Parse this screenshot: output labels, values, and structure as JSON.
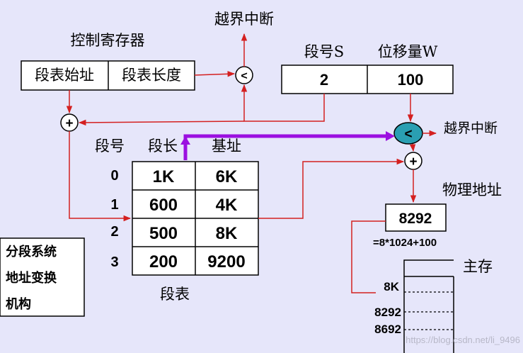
{
  "control_register": {
    "title": "控制寄存器",
    "segment_table_base": "段表始址",
    "segment_table_length": "段表长度"
  },
  "interrupt_top": "越界中断",
  "interrupt_right": "越界中断",
  "logical_address": {
    "segment_label": "段号S",
    "offset_label": "位移量W",
    "segment_value": "2",
    "offset_value": "100"
  },
  "operators": {
    "less_than": "<",
    "plus": "+"
  },
  "segment_table": {
    "caption": "段表",
    "headers": [
      "段号",
      "段长",
      "基址"
    ],
    "rows": [
      {
        "seg": "0",
        "length": "1K",
        "base": "6K"
      },
      {
        "seg": "1",
        "length": "600",
        "base": "4K"
      },
      {
        "seg": "2",
        "length": "500",
        "base": "8K"
      },
      {
        "seg": "3",
        "length": "200",
        "base": "9200"
      }
    ]
  },
  "physical_address": {
    "label": "物理地址",
    "value": "8292",
    "formula": "=8*1024+100"
  },
  "main_memory": {
    "label": "主存",
    "marks": [
      "8K",
      "8292",
      "8692"
    ]
  },
  "side_box": {
    "lines": [
      "分段系统",
      "地址变换",
      "机构"
    ]
  },
  "watermark": "https://blog.csdn.net/li_9496",
  "colors": {
    "background": "#e6e6fa",
    "arrow_red": "#d42020",
    "arrow_purple": "#9b10e0",
    "box": "#ffffff",
    "line": "#000000"
  }
}
